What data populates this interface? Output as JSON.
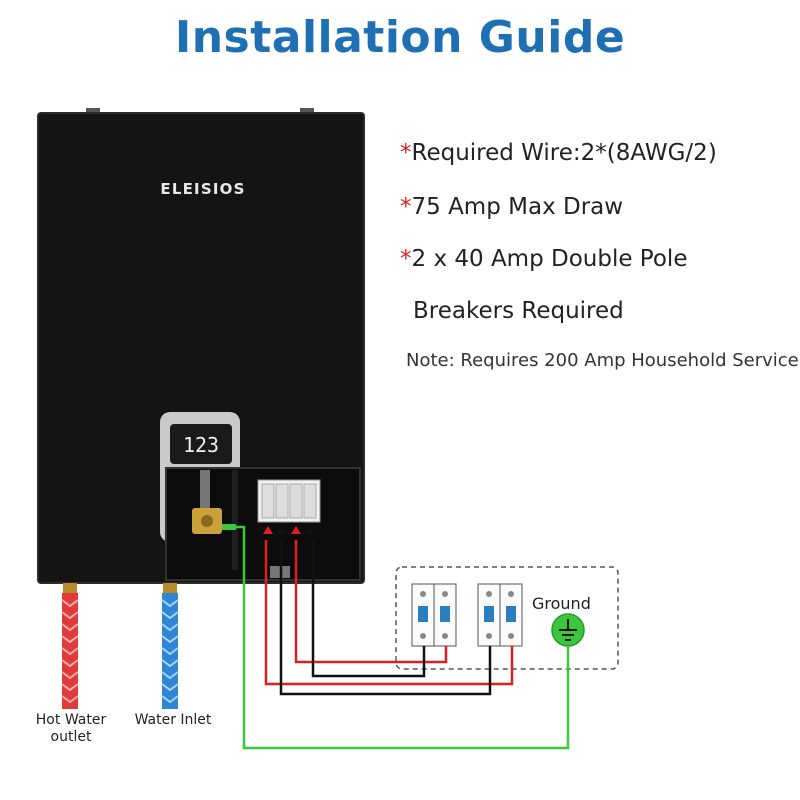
{
  "title": "Installation Guide",
  "brand": "ELEISIOS",
  "display_reading": "123",
  "specs": [
    {
      "star": "*",
      "text": "Required Wire:2*(8AWG/2)"
    },
    {
      "star": "*",
      "text": "75 Amp Max Draw"
    },
    {
      "star": "*",
      "text": "2 x 40 Amp Double Pole"
    },
    {
      "star": "",
      "text": "Breakers Required"
    }
  ],
  "note": "Note: Requires 200 Amp Household Service",
  "labels": {
    "hot_water": "Hot Water\noutlet",
    "water_inlet": "Water Inlet",
    "ground": "Ground"
  },
  "colors": {
    "title": "#1f6fb5",
    "heater_body": "#141414",
    "hot_pipe": "#e03a3a",
    "cold_pipe": "#2f86d6",
    "live_wire": "#e02020",
    "neutral_wire": "#111111",
    "ground_wire": "#3cc83c",
    "breaker_blue": "#2a7fc0"
  },
  "icons": [
    "breaker-icon",
    "ground-symbol-icon",
    "terminal-block-icon",
    "water-valve-icon"
  ]
}
